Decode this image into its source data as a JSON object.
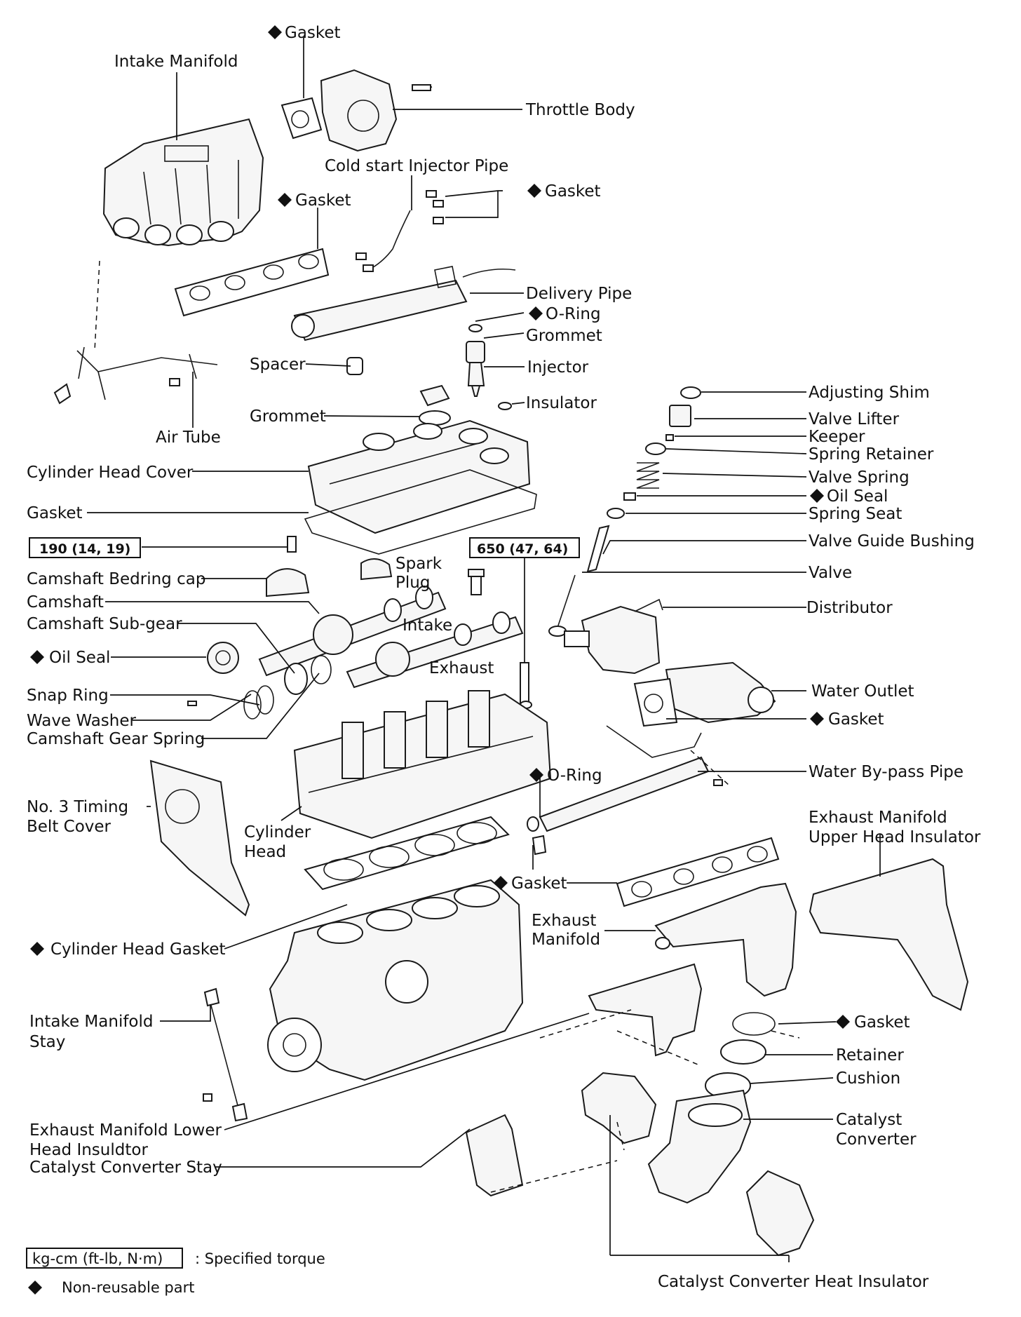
{
  "labels": {
    "gasket_throttle": "Gasket",
    "intake_manifold": "Intake Manifold",
    "throttle_body": "Throttle Body",
    "cold_start_injector_pipe": "Cold start Injector Pipe",
    "gasket_cold_start": "Gasket",
    "gasket_intake": "Gasket",
    "delivery_pipe": "Delivery Pipe",
    "o_ring_delivery": "O-Ring",
    "grommet_injector": "Grommet",
    "spacer": "Spacer",
    "injector": "Injector",
    "insulator": "Insulator",
    "air_tube": "Air Tube",
    "grommet_cover": "Grommet",
    "adjusting_shim": "Adjusting Shim",
    "valve_lifter": "Valve Lifter",
    "keeper": "Keeper",
    "spring_retainer": "Spring Retainer",
    "valve_spring": "Valve Spring",
    "oil_seal_valve": "Oil Seal",
    "spring_seat": "Spring Seat",
    "valve_guide_bushing": "Valve Guide Bushing",
    "valve": "Valve",
    "distributor": "Distributor",
    "cylinder_head_cover": "Cylinder Head Cover",
    "gasket_cover": "Gasket",
    "spark_plug_1": "Spark",
    "spark_plug_2": "Plug",
    "camshaft_bearing_cap": "Camshaft Bedring cap",
    "camshaft": "Camshaft",
    "camshaft_sub_gear": "Camshaft Sub-gear",
    "intake_cam": "Intake",
    "exhaust_cam": "Exhaust",
    "oil_seal_cam": "Oil Seal",
    "snap_ring": "Snap Ring",
    "wave_washer": "Wave Washer",
    "camshaft_gear_spring": "Camshaft Gear Spring",
    "water_outlet": "Water Outlet",
    "gasket_water_outlet": "Gasket",
    "no3_cover_1": "No. 3 Timing",
    "no3_cover_2": "Belt Cover",
    "cylinder_head_1": "Cylinder",
    "cylinder_head_2": "Head",
    "o_ring_bypass": "O-Ring",
    "water_bypass_pipe": "Water By-pass Pipe",
    "exh_upper_insulator_1": "Exhaust Manifold",
    "exh_upper_insulator_2": "Upper Head Insulator",
    "gasket_exhaust": "Gasket",
    "exhaust_manifold_1": "Exhaust",
    "exhaust_manifold_2": "Manifold",
    "cylinder_head_gasket": "Cylinder Head Gasket",
    "gasket_catalyst": "Gasket",
    "retainer": "Retainer",
    "cushion": "Cushion",
    "intake_manifold_stay_1": "Intake Manifold",
    "intake_manifold_stay_2": "Stay",
    "catalyst_converter_1": "Catalyst",
    "catalyst_converter_2": "Converter",
    "exh_lower_insulator_1": "Exhaust Manifold Lower",
    "exh_lower_insulator_2": "Head Insuldtor",
    "catalyst_converter_stay": "Catalyst Converter Stay",
    "catalyst_heat_insulator": "Catalyst Converter Heat Insulator"
  },
  "torque": {
    "camshaft_cap": "190 (14, 19)",
    "head_bolt": "650 (47, 64)"
  },
  "legend": {
    "torque_unit": "kg-cm (ft-lb, N·m)",
    "torque_desc": ":  Specified torque",
    "non_reusable": "Non-reusable part"
  }
}
